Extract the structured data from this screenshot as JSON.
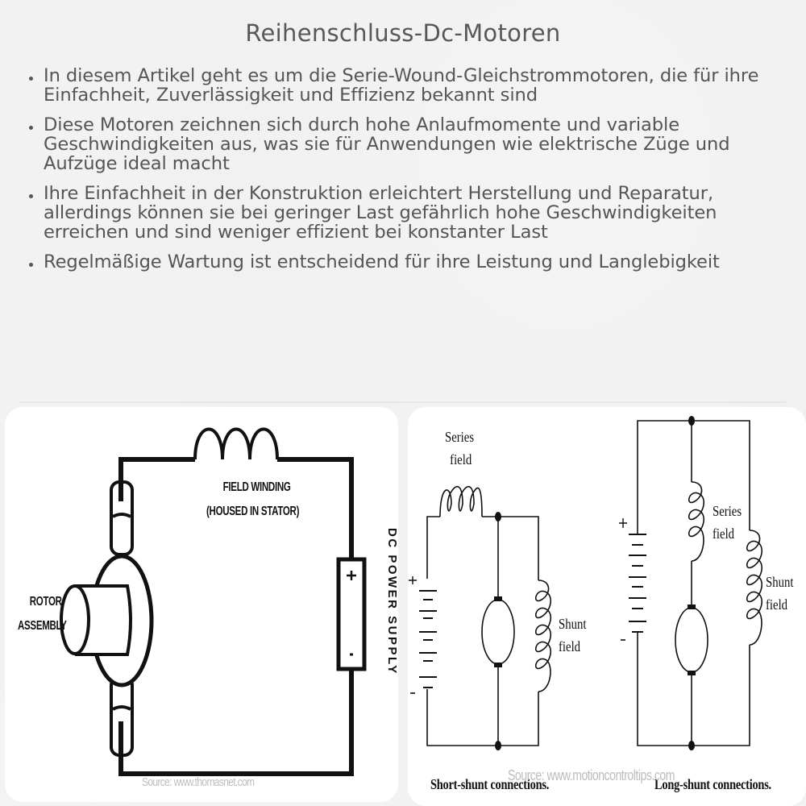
{
  "page": {
    "title": "Reihenschluss-Dc-Motoren"
  },
  "bullets": [
    {
      "text": "In diesem Artikel geht es um die Serie-Wound-Gleichstrommotoren, die für ihre Einfachheit, Zuverlässigkeit und Effizienz bekannt sind"
    },
    {
      "text": "Diese Motoren zeichnen sich durch hohe Anlaufmomente und variable Geschwindigkeiten aus, was sie für Anwendungen wie elektrische Züge und Aufzüge ideal macht"
    },
    {
      "text": "Ihre Einfachheit in der Konstruktion erleichtert Herstellung und Reparatur, allerdings können sie bei geringer Last gefährlich hohe Geschwindigkeiten erreichen und sind weniger effizient bei konstanter Last"
    },
    {
      "text": "Regelmäßige Wartung ist entscheidend für ihre Leistung und Langlebigkeit"
    }
  ],
  "figures": {
    "left": {
      "labels": {
        "field_winding_line1": "FIELD WINDING",
        "field_winding_line2": "(HOUSED IN STATOR)",
        "rotor_line1": "ROTOR",
        "rotor_line2": "ASSEMBLY",
        "power_supply": "DC POWER SUPPLY",
        "plus": "+",
        "minus": "-"
      },
      "source": "Source: www.thomasnet.com"
    },
    "right": {
      "short_shunt": {
        "series_field_line1": "Series",
        "series_field_line2": "field",
        "shunt_field_line1": "Shunt",
        "shunt_field_line2": "field",
        "plus": "+",
        "minus": "-",
        "caption": "Short-shunt connections."
      },
      "long_shunt": {
        "series_field_line1": "Series",
        "series_field_line2": "field",
        "shunt_field_line1": "Shunt",
        "shunt_field_line2": "field",
        "plus": "+",
        "minus": "-",
        "caption": "Long-shunt connections."
      },
      "source": "Source: www.motioncontroltips.com"
    }
  },
  "colors": {
    "text": "#555555",
    "background": "#f2f2f2",
    "panel": "#ffffff",
    "line": "#111111"
  }
}
